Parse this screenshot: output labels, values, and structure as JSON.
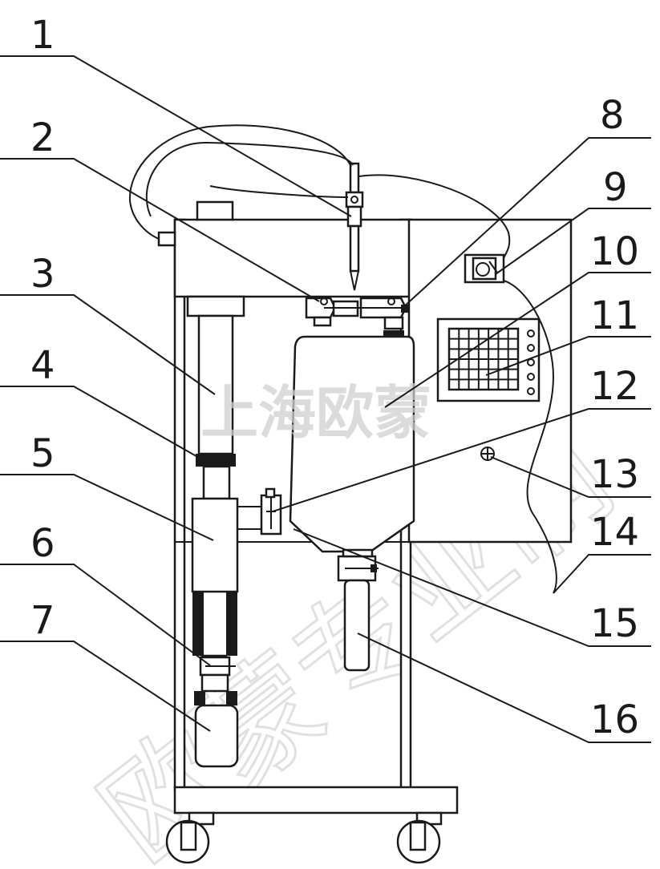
{
  "diagram": {
    "labels": [
      "1",
      "2",
      "3",
      "4",
      "5",
      "6",
      "7",
      "8",
      "9",
      "10",
      "11",
      "12",
      "13",
      "14",
      "15",
      "16"
    ],
    "watermark_small": "上海欧蒙",
    "watermark_large": "欧蒙专业制"
  }
}
